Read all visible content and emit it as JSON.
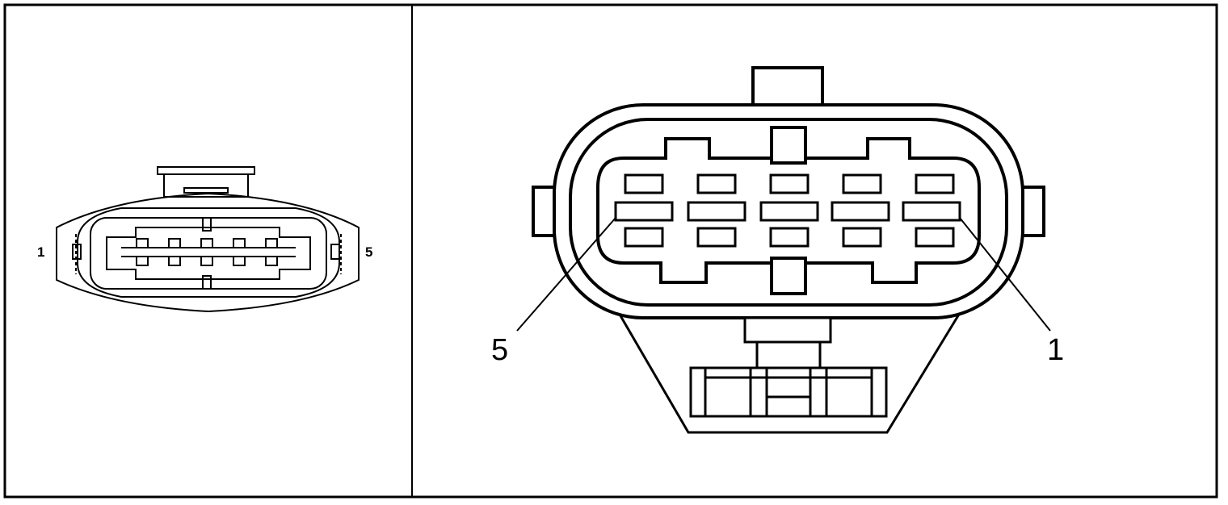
{
  "left_panel": {
    "pin_labels": {
      "left": "1",
      "right": "5"
    }
  },
  "right_panel": {
    "pin_labels": {
      "left": "5",
      "right": "1"
    }
  },
  "colors": {
    "line": "#000000",
    "background": "#ffffff"
  }
}
